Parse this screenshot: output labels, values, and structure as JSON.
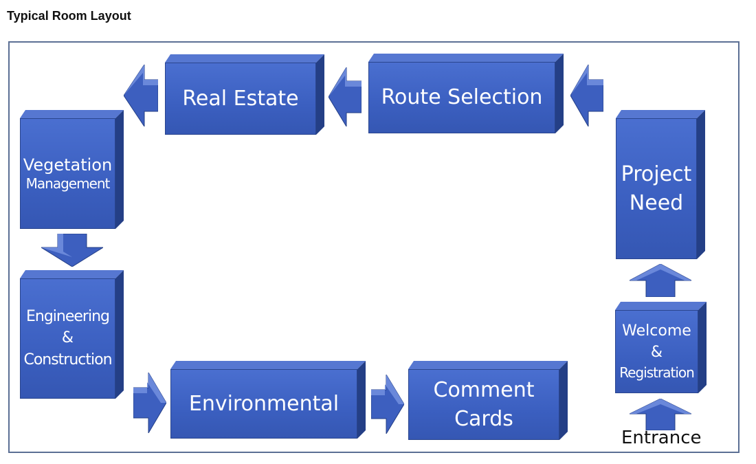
{
  "title": "Typical Room Layout",
  "stations": [
    {
      "id": "real-estate",
      "lines": [
        "Real Estate"
      ]
    },
    {
      "id": "route-selection",
      "lines": [
        "Route Selection"
      ]
    },
    {
      "id": "vegetation",
      "lines": [
        "Vegetation",
        "Management"
      ]
    },
    {
      "id": "engineering",
      "lines": [
        "Engineering",
        "&",
        "Construction"
      ]
    },
    {
      "id": "environmental",
      "lines": [
        "Environmental"
      ]
    },
    {
      "id": "comment-cards",
      "lines": [
        "Comment",
        "Cards"
      ]
    },
    {
      "id": "project-need",
      "lines": [
        "Project",
        "Need"
      ]
    },
    {
      "id": "welcome",
      "lines": [
        "Welcome",
        "&",
        "Registration"
      ]
    }
  ],
  "entrance_label": "Entrance",
  "colors": {
    "box_front": "#3b5fc0",
    "box_top": "#5677d1",
    "box_side": "#243f86",
    "frame": "#5b6f94"
  }
}
